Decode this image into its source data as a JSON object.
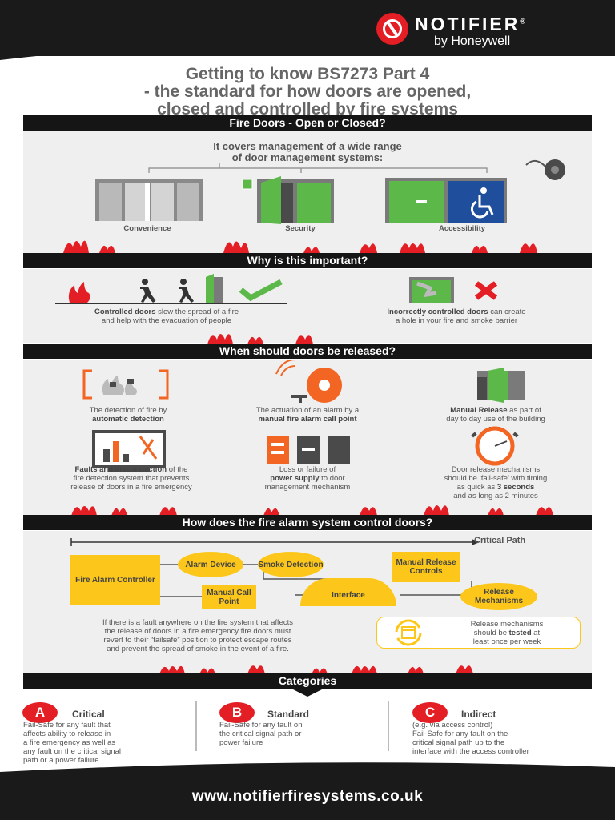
{
  "brand": {
    "name": "NOTIFIER",
    "registered": "®",
    "tagline": "by Honeywell"
  },
  "title": {
    "line1": "Getting to know BS7273 Part 4",
    "line2": "- the standard for how doors are opened,",
    "line3": "closed and controlled by fire systems"
  },
  "section1": {
    "heading": "Fire Doors - Open or Closed?",
    "intro_line1": "It covers management of a wide range",
    "intro_line2": "of door management systems:",
    "items": [
      {
        "label": "Convenience",
        "icon": "sliding-door-icon"
      },
      {
        "label": "Security",
        "icon": "security-door-icon"
      },
      {
        "label": "Accessibility",
        "icon": "accessible-door-icon"
      }
    ]
  },
  "section2": {
    "heading": "Why is this important?",
    "left_bold": "Controlled doors",
    "left_rest": " slow the spread of a fire",
    "left_line2": "and help with the evacuation of people",
    "right_bold": "Incorrectly controlled doors",
    "right_rest": " can create",
    "right_line2": "a hole in your fire and smoke barrier"
  },
  "section3": {
    "heading": "When should doors be released?",
    "items": [
      {
        "line1": "The detection of fire by",
        "bold": "automatic detection"
      },
      {
        "line1": "The actuation of an alarm by a",
        "bold": "manual fire alarm call point"
      },
      {
        "bold": "Manual Release",
        "line1": " as part of",
        "line2": "day to day use of the building"
      },
      {
        "bold": "Faults and disconnection",
        "line1": " of the",
        "line2": "fire detection system that prevents",
        "line3": "release of doors in a fire emergency"
      },
      {
        "line1": "Loss or failure of",
        "bold": "power supply",
        "line2": " to door",
        "line3": "management mechanism"
      },
      {
        "line1": "Door release mechanisms",
        "line2": "should be ‘fail-safe’ with timing",
        "line3a": "as quick as ",
        "bold": "3 seconds",
        "line4": "and as long as 2 minutes"
      }
    ]
  },
  "section4": {
    "heading": "How does the fire alarm system control doors?",
    "critical_path": "Critical Path",
    "nodes": {
      "controller": "Fire Alarm Controller",
      "alarm": "Alarm Device",
      "smoke": "Smoke Detection",
      "call_point": "Manual Call Point",
      "interface": "Interface",
      "manual_release": "Manual Release Controls",
      "mechanisms": "Release Mechanisms"
    },
    "note_line1": "If there is a fault anywhere on the fire system that affects",
    "note_line2": "the release of doors in a fire emergency fire doors must",
    "note_line3": "revert to their “failsafe” position to protect escape routes",
    "note_line4": "and prevent the spread of smoke in the event of a fire.",
    "test_line1": "Release mechanisms",
    "test_line2a": "should be ",
    "test_bold": "tested",
    "test_line2b": " at",
    "test_line3": "least once per week"
  },
  "section5": {
    "heading": "Categories",
    "items": [
      {
        "letter": "A",
        "title": "Critical",
        "lines": [
          "Fail-Safe for any fault that",
          "affects ability to release in",
          "a fire emergency as well as",
          "any fault on the critical signal",
          "path or a power failure"
        ]
      },
      {
        "letter": "B",
        "title": "Standard",
        "lines": [
          "Fail-Safe for any fault on",
          "the critical signal path or",
          "power failure"
        ]
      },
      {
        "letter": "C",
        "title": "Indirect",
        "lines": [
          "(e.g. via access control)",
          "Fail-Safe for any fault on the",
          "critical signal path up to the",
          "interface with the access controller"
        ]
      }
    ]
  },
  "footer": {
    "url": "www.notifierfiresystems.co.uk"
  },
  "colors": {
    "brand_red": "#e31e24",
    "accent_orange": "#f26522",
    "accent_yellow": "#fcc71a",
    "door_green": "#5cb848",
    "access_blue": "#1f4e9c",
    "dark": "#151515"
  }
}
